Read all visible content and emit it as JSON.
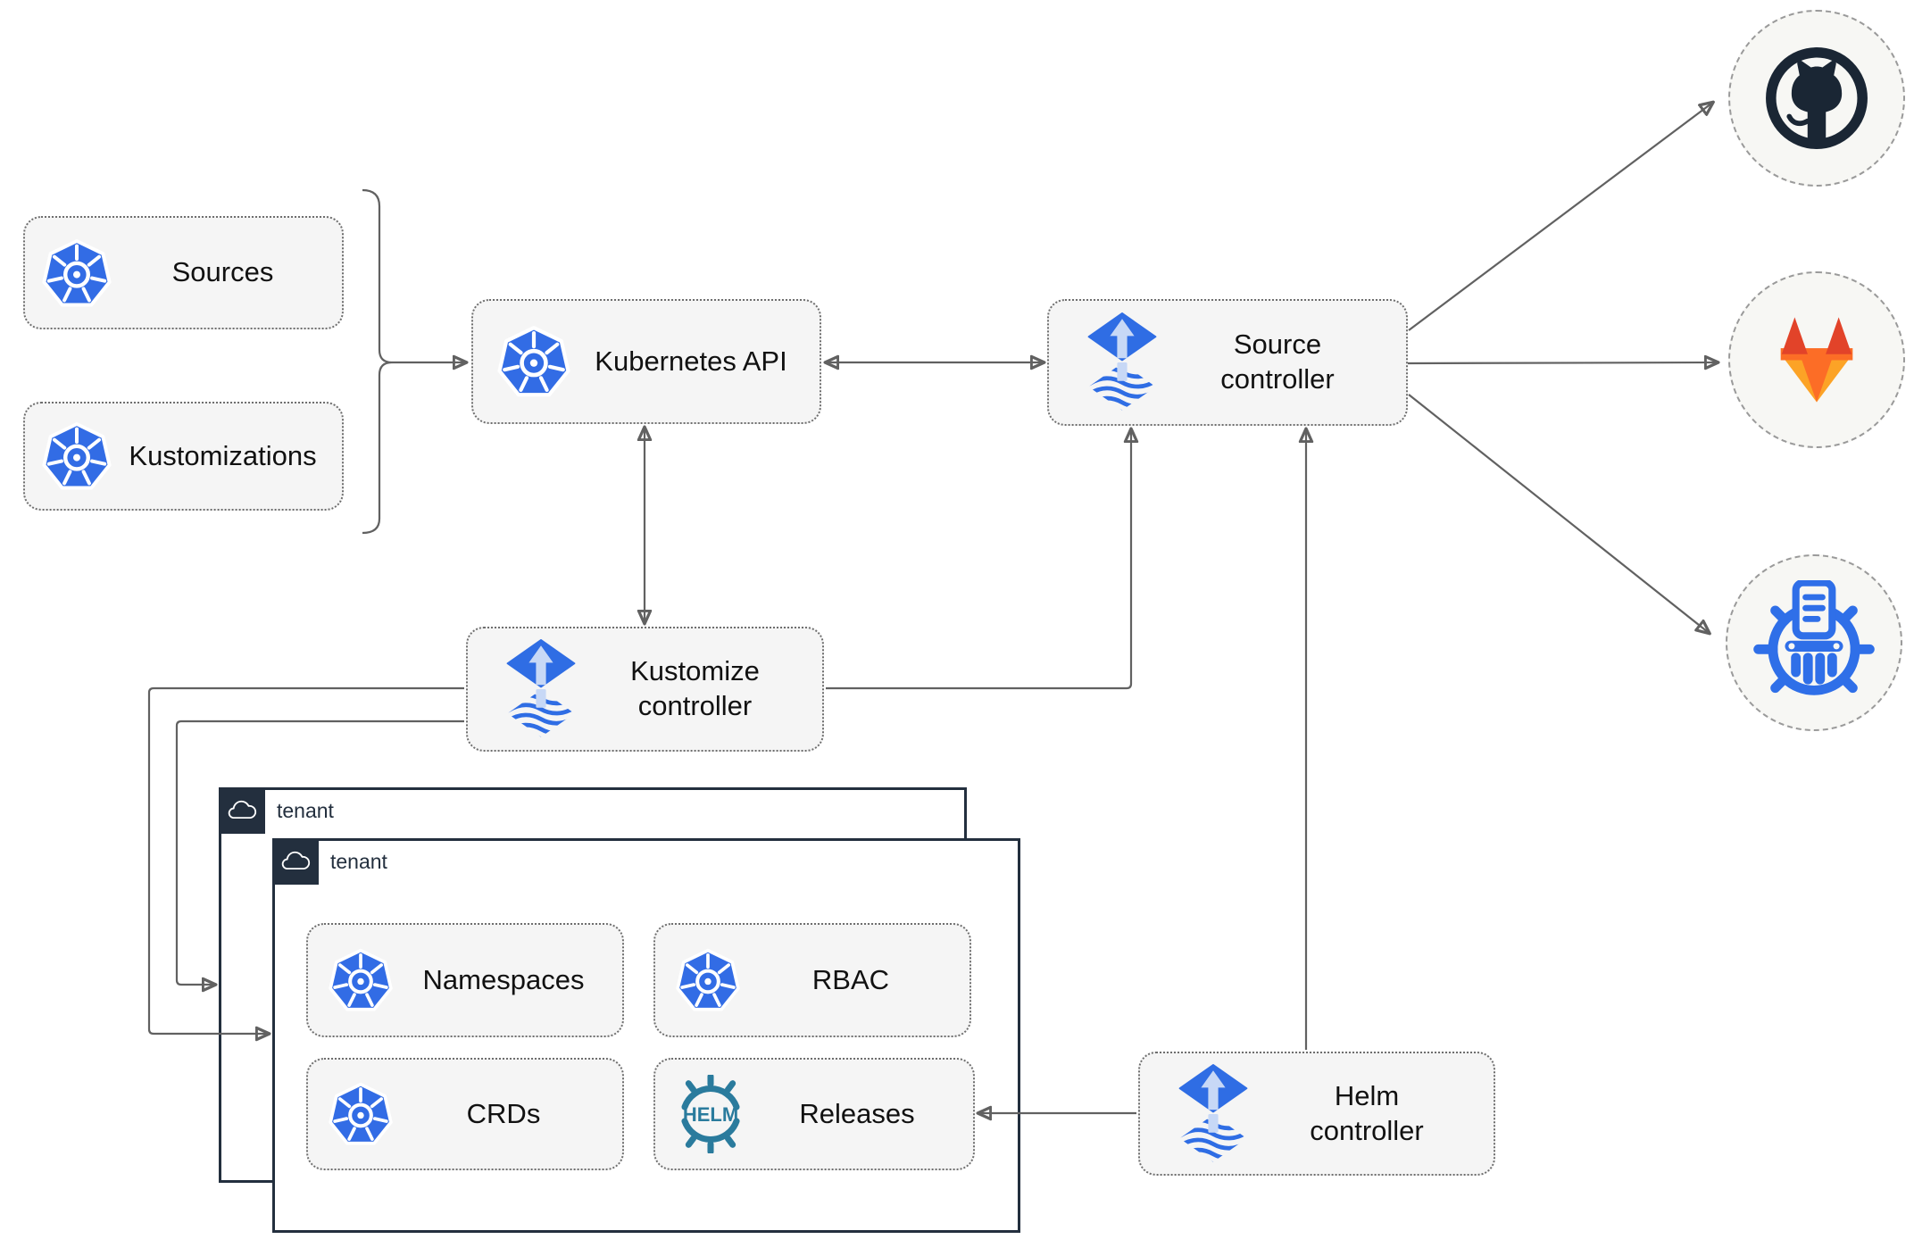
{
  "nodes": {
    "sources": {
      "label": "Sources"
    },
    "kustomizations": {
      "label": "Kustomizations"
    },
    "kubernetes_api": {
      "label": "Kubernetes API"
    },
    "source_controller": {
      "label": "Source\ncontroller"
    },
    "kustomize_controller": {
      "label": "Kustomize\ncontroller"
    },
    "helm_controller": {
      "label": "Helm\ncontroller"
    },
    "tenant_back": {
      "label": "tenant"
    },
    "tenant_front": {
      "label": "tenant"
    },
    "namespaces": {
      "label": "Namespaces"
    },
    "rbac": {
      "label": "RBAC"
    },
    "crds": {
      "label": "CRDs"
    },
    "releases": {
      "label": "Releases"
    }
  },
  "icons": {
    "kubernetes": "kubernetes-wheel-icon",
    "flux": "flux-gitops-icon",
    "helm_text": "HELM",
    "cloud": "cloud-icon",
    "github": "github-octocat-icon",
    "gitlab": "gitlab-tanuki-icon",
    "registry": "chart-repository-icon"
  },
  "colors": {
    "kubernetes_blue": "#326ce5",
    "flux_blue": "#2f6de4",
    "flux_arrow_light": "#c7d8f6",
    "helm_teal": "#2a7b9d",
    "github_dark": "#1a2634",
    "gitlab_red": "#e24329",
    "gitlab_orange": "#fc6d26",
    "gitlab_amber": "#fca326",
    "registry_blue": "#2f6fe8",
    "edge_gray": "#616161",
    "node_fill": "#f5f5f5",
    "circle_fill": "#f7f7f4",
    "tenant_dark": "#232f3e"
  }
}
